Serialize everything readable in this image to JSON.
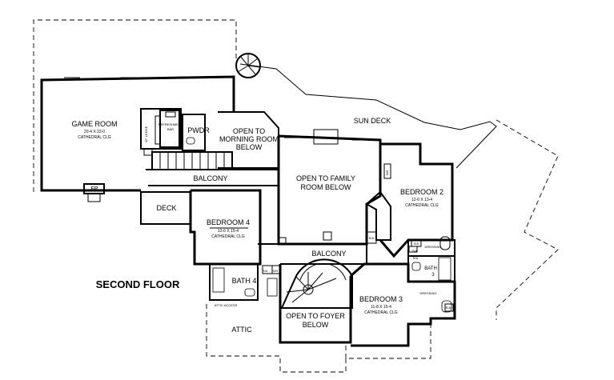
{
  "plan": {
    "title": "SECOND FLOOR",
    "rooms": {
      "game_room": {
        "name": "GAME ROOM",
        "size": "20-4 X 22-0",
        "note": "CATHEDRAL CLG"
      },
      "refreshment_bar": {
        "line1": "REFRESHMENT",
        "line2": "BAR"
      },
      "ledge": "42\" LEDGE",
      "pwdr": "PWDR",
      "open_morning": {
        "line1": "OPEN TO",
        "line2": "MORNING ROOM",
        "line3": "BELOW"
      },
      "sun_deck": "SUN DECK",
      "open_family": {
        "line1": "OPEN TO FAMILY",
        "line2": "ROOM BELOW"
      },
      "balcony_upper": "BALCONY",
      "balcony_lower": "BALCONY",
      "fp": "FP",
      "deck": "DECK",
      "bedroom4": {
        "name": "BEDROOM 4",
        "size": "12-6 X 15-4",
        "note": "CATHEDRAL CLG"
      },
      "bedroom2": {
        "name": "BEDROOM 2",
        "size": "12-0 X 13-4",
        "note": "CATHEDRAL CLG"
      },
      "bedroom3": {
        "name": "BEDROOM 3",
        "size": "11-8 X 15-4",
        "note": "CATHEDRAL CLG"
      },
      "bath4": "BATH 4",
      "bath3": {
        "line1": "BATH",
        "line2": "3"
      },
      "dressing_upper": "DRESSING",
      "dressing_lower": "DRESSING",
      "open_foyer": {
        "line1": "OPEN TO FOYER",
        "line2": "BELOW"
      },
      "attic": "ATTIC",
      "attic_access": "ATTIC ACCESS",
      "ra_left": "R/A",
      "sh_left": "S/H",
      "ra_mid": "R/A",
      "sa_upper": "S/A",
      "sa_lower": "S/A",
      "ra_right": "R/A",
      "ra_bottom": "R/A",
      "sh_b2": "S/H"
    }
  }
}
